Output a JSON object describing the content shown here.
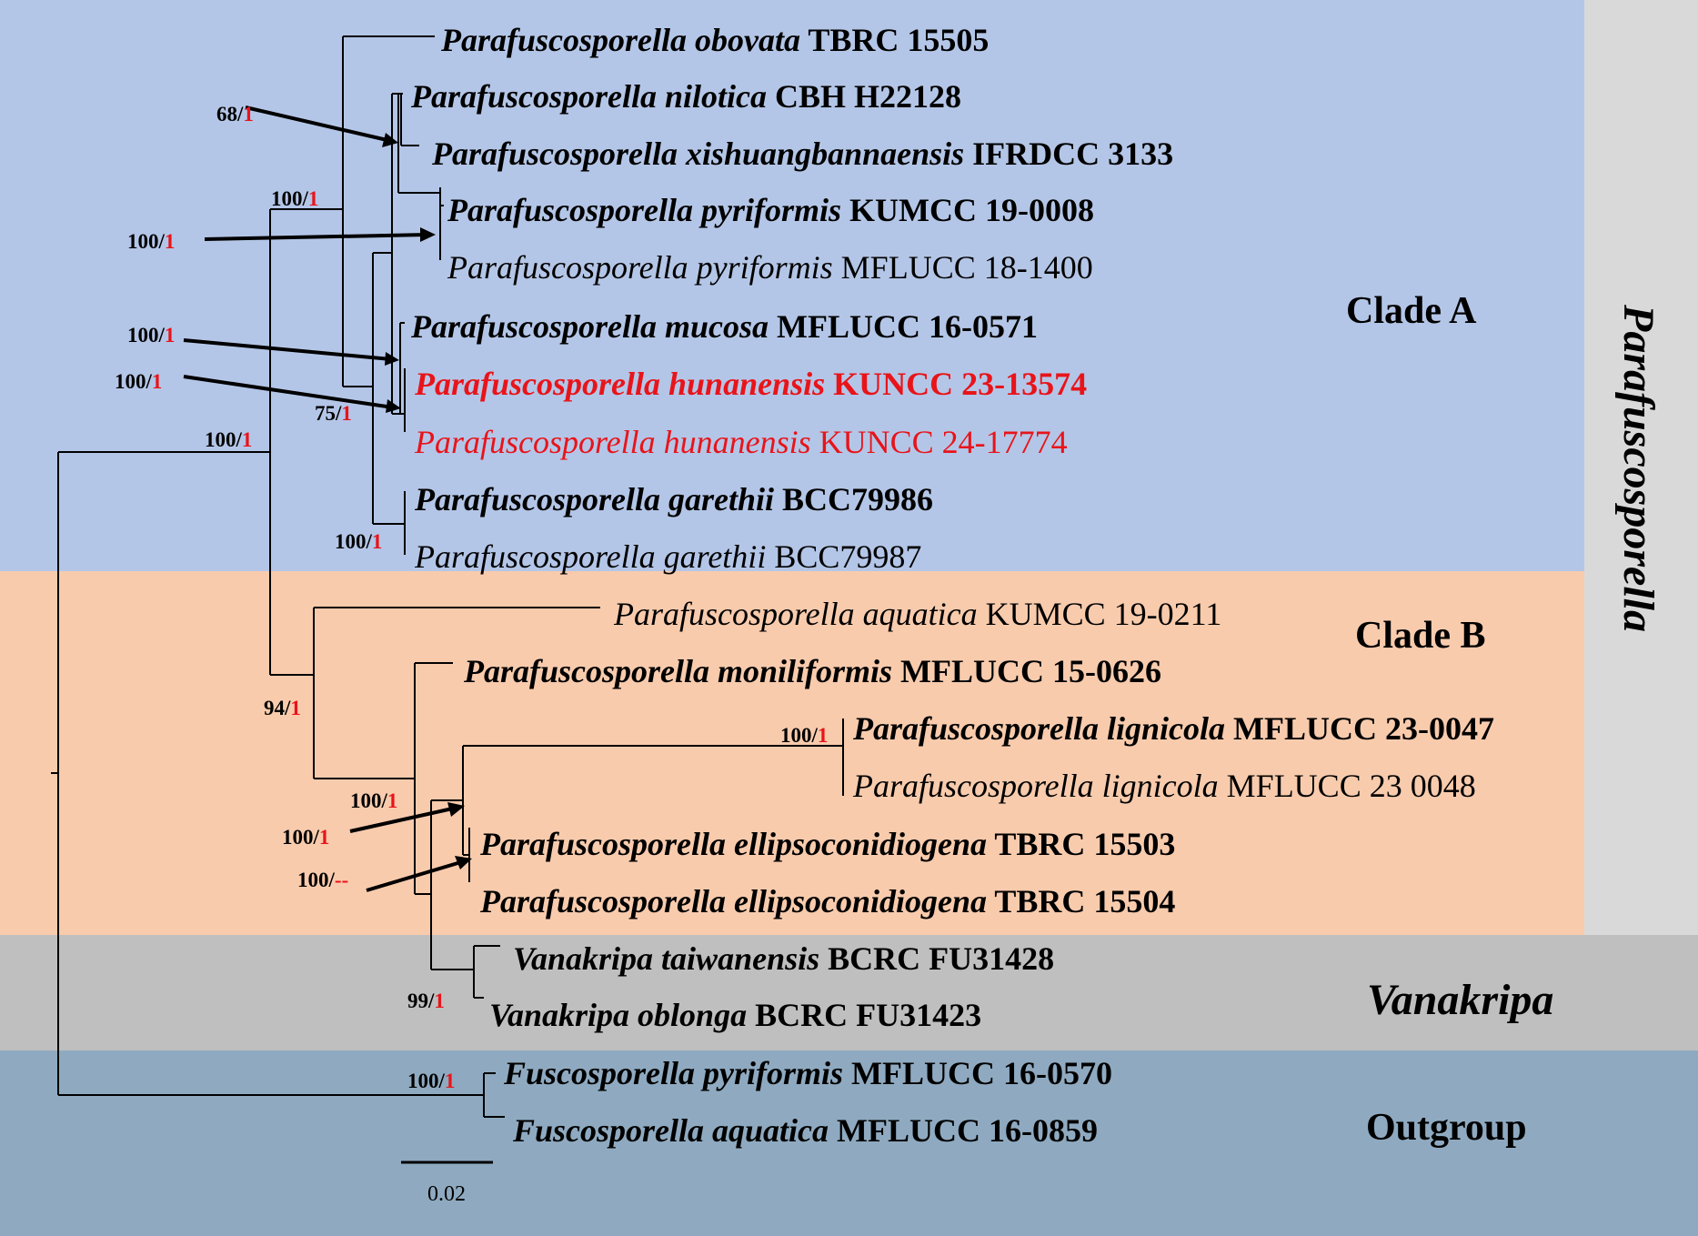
{
  "colors": {
    "clade_a_bg": "#b4c6e7",
    "clade_b_bg": "#f8cbad",
    "vanakripa_bg": "#bfbfbf",
    "outgroup_bg": "#8faac0",
    "genus_bar_bg": "#d9d9d9",
    "highlight_red": "#e8141a",
    "support_red": "#e8141a"
  },
  "groups": {
    "clade_a": "Clade A",
    "clade_b": "Clade B",
    "vanakripa": "Vanakripa",
    "outgroup": "Outgroup",
    "genus": "Parafuscosporella"
  },
  "scale_bar": {
    "label": "0.02"
  },
  "taxa": [
    {
      "species": "Parafuscosporella obovata",
      "strain": "TBRC 15505",
      "bold": true,
      "highlight": false
    },
    {
      "species": "Parafuscosporella nilotica",
      "strain": "CBH H22128",
      "bold": true,
      "highlight": false
    },
    {
      "species": "Parafuscosporella xishuangbannaensis",
      "strain": "IFRDCC 3133",
      "bold": true,
      "highlight": false
    },
    {
      "species": "Parafuscosporella pyriformis",
      "strain": "KUMCC 19-0008",
      "bold": true,
      "highlight": false
    },
    {
      "species": "Parafuscosporella pyriformis",
      "strain": "MFLUCC 18-1400",
      "bold": false,
      "highlight": false
    },
    {
      "species": "Parafuscosporella mucosa",
      "strain": "MFLUCC 16-0571",
      "bold": true,
      "highlight": false
    },
    {
      "species": "Parafuscosporella hunanensis",
      "strain": "KUNCC 23-13574",
      "bold": true,
      "highlight": true
    },
    {
      "species": "Parafuscosporella hunanensis",
      "strain": "KUNCC 24-17774",
      "bold": false,
      "highlight": true
    },
    {
      "species": "Parafuscosporella garethii",
      "strain": "BCC79986",
      "bold": true,
      "highlight": false
    },
    {
      "species": "Parafuscosporella garethii",
      "strain": "BCC79987",
      "bold": false,
      "highlight": false
    },
    {
      "species": "Parafuscosporella aquatica",
      "strain": "KUMCC 19-0211",
      "bold": false,
      "highlight": false
    },
    {
      "species": "Parafuscosporella moniliformis",
      "strain": "MFLUCC 15-0626",
      "bold": true,
      "highlight": false
    },
    {
      "species": "Parafuscosporella lignicola",
      "strain": "MFLUCC 23-0047",
      "bold": true,
      "highlight": false
    },
    {
      "species": "Parafuscosporella lignicola",
      "strain": "MFLUCC 23 0048",
      "bold": false,
      "highlight": false
    },
    {
      "species": "Parafuscosporella ellipsoconidiogena",
      "strain": "TBRC 15503",
      "bold": true,
      "highlight": false
    },
    {
      "species": "Parafuscosporella ellipsoconidiogena",
      "strain": "TBRC 15504",
      "bold": true,
      "highlight": false
    },
    {
      "species": "Vanakripa taiwanensis",
      "strain": "BCRC FU31428",
      "bold": true,
      "highlight": false
    },
    {
      "species": "Vanakripa oblonga",
      "strain": "BCRC FU31423",
      "bold": true,
      "highlight": false
    },
    {
      "species": "Fuscosporella pyriformis",
      "strain": "MFLUCC 16-0570",
      "bold": true,
      "highlight": false
    },
    {
      "species": "Fuscosporella aquatica",
      "strain": "MFLUCC 16-0859",
      "bold": true,
      "highlight": false
    }
  ],
  "support_values": [
    {
      "bs": "68",
      "pp": "1"
    },
    {
      "bs": "100",
      "pp": "1"
    },
    {
      "bs": "100",
      "pp": "1"
    },
    {
      "bs": "100",
      "pp": "1"
    },
    {
      "bs": "100",
      "pp": "1"
    },
    {
      "bs": "75",
      "pp": "1"
    },
    {
      "bs": "100",
      "pp": "1"
    },
    {
      "bs": "100",
      "pp": "1"
    },
    {
      "bs": "94",
      "pp": "1"
    },
    {
      "bs": "100",
      "pp": "1"
    },
    {
      "bs": "100",
      "pp": "1"
    },
    {
      "bs": "100",
      "pp": "1"
    },
    {
      "bs": "100",
      "pp": "--"
    },
    {
      "bs": "99",
      "pp": "1"
    },
    {
      "bs": "100",
      "pp": "1"
    }
  ]
}
